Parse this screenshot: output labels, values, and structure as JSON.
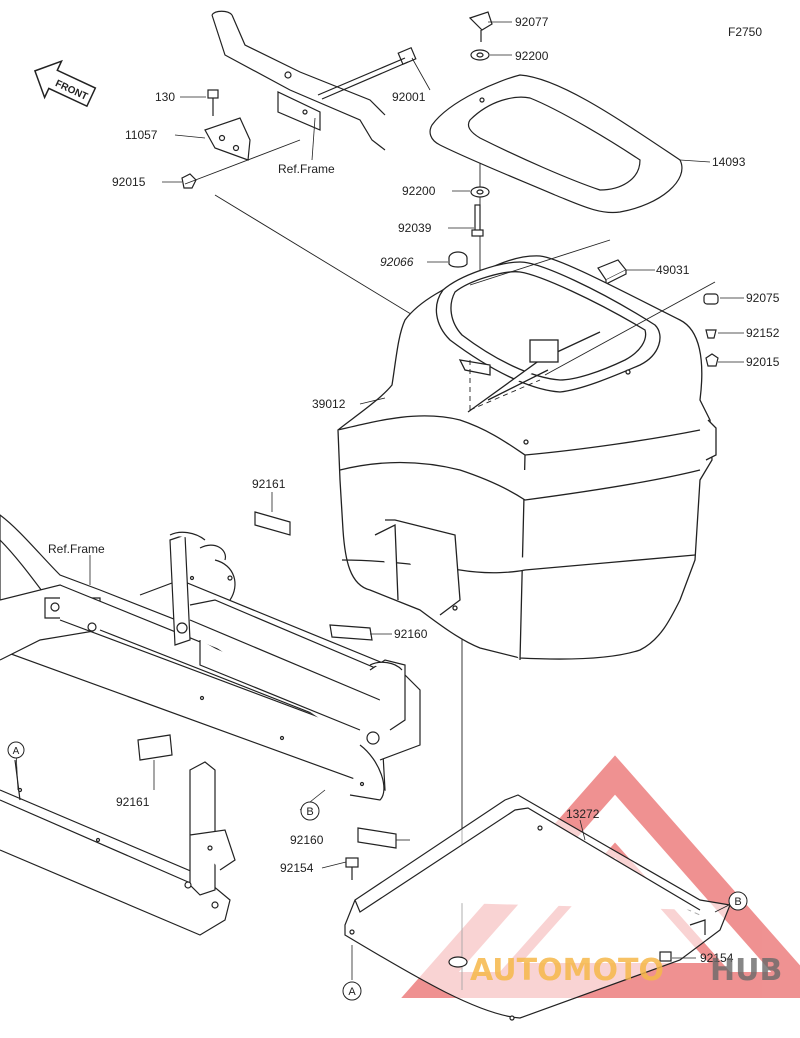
{
  "figure_code": "F2750",
  "front_label": "FRONT",
  "ref_frame_label": "Ref.Frame",
  "parts": {
    "p92077": "92077",
    "p92200a": "92200",
    "p92001": "92001",
    "p130": "130",
    "p11057": "11057",
    "p92015a": "92015",
    "p14093": "14093",
    "p92200b": "92200",
    "p92039": "92039",
    "p92066": "92066",
    "p49031": "49031",
    "p92075": "92075",
    "p92152": "92152",
    "p92015b": "92015",
    "p39012": "39012",
    "p92161a": "92161",
    "p92160a": "92160",
    "p92161b": "92161",
    "p13272": "13272",
    "p92160b": "92160",
    "p92154a": "92154",
    "p92154b": "92154"
  },
  "markers": {
    "a": "A",
    "b": "B"
  },
  "watermark": {
    "part1": "AUTOMOTO",
    "part2": "HUB",
    "accent_color": "#e63b3b",
    "text_color": "#f6b84a"
  },
  "colors": {
    "line": "#222222",
    "background": "#ffffff"
  }
}
